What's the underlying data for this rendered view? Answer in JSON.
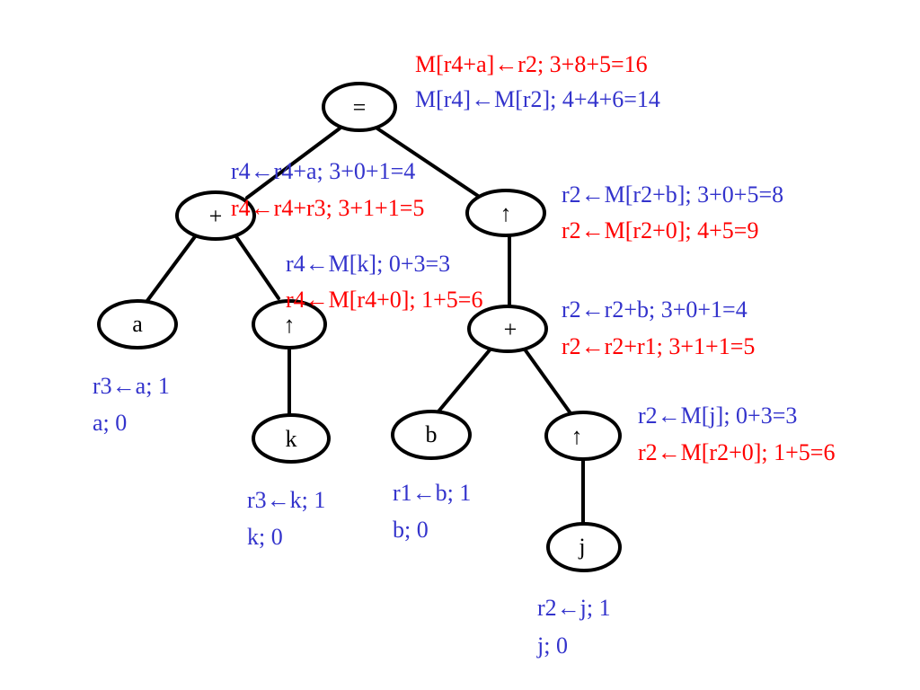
{
  "colors": {
    "blue": "#3333cc",
    "red": "#ff0000",
    "edge": "#000000",
    "node_fill": "#ffffff",
    "node_stroke": "#000000"
  },
  "nodes": {
    "root": "=",
    "plus_left": "+",
    "deref_right": "↑",
    "leaf_a": "a",
    "deref_k": "↑",
    "leaf_k": "k",
    "plus_inner": "+",
    "leaf_b": "b",
    "deref_j": "↑",
    "leaf_j": "j"
  },
  "annotations": {
    "root": [
      "M[r4+a]←r2; 3+8+5=16",
      "M[r4]←M[r2]; 4+4+6=14"
    ],
    "plus_left": [
      "r4←r4+a; 3+0+1=4",
      "r4←r4+r3; 3+1+1=5"
    ],
    "deref_right": [
      "r2←M[r2+b]; 3+0+5=8",
      "r2←M[r2+0]; 4+5=9"
    ],
    "deref_k": [
      "r4←M[k]; 0+3=3",
      "r4←M[r4+0]; 1+5=6"
    ],
    "plus_inner": [
      "r2←r2+b; 3+0+1=4",
      "r2←r2+r1; 3+1+1=5"
    ],
    "leaf_a": [
      "r3←a; 1",
      "a; 0"
    ],
    "deref_j": [
      "r2←M[j]; 0+3=3",
      "r2←M[r2+0]; 1+5=6"
    ],
    "leaf_k": [
      "r3←k; 1",
      "k; 0"
    ],
    "leaf_b": [
      "r1←b; 1",
      "b; 0"
    ],
    "leaf_j": [
      "r2←j; 1",
      "j; 0"
    ]
  }
}
